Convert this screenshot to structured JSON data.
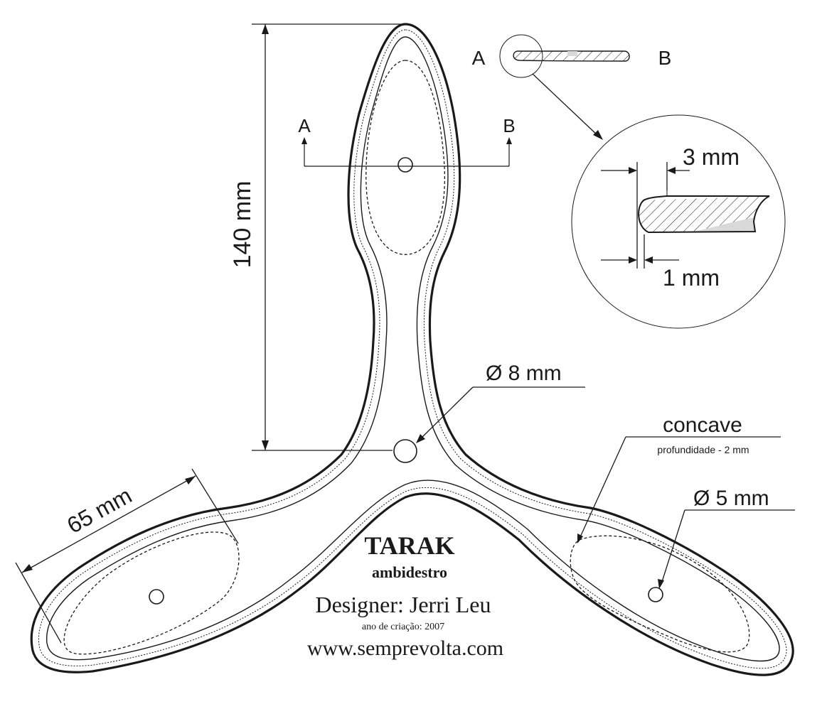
{
  "colors": {
    "ink": "#1a1a1a",
    "paper": "#ffffff",
    "fill_gray": "#d9d9d9"
  },
  "dimensions": {
    "length": "140 mm",
    "wing_width": "65 mm",
    "center_hole": "Ø 8 mm",
    "tip_hole": "Ø 5 mm",
    "edge_top": "3 mm",
    "edge_bottom": "1 mm"
  },
  "concave": {
    "label": "concave",
    "sub": "profundidade - 2 mm"
  },
  "section": {
    "a_label": "A",
    "b_label": "B"
  },
  "credits": {
    "name": "TARAK",
    "type": "ambidestro",
    "designer": "Designer: Jerri Leu",
    "year": "ano de criação: 2007",
    "url": "www.semprevolta.com"
  }
}
